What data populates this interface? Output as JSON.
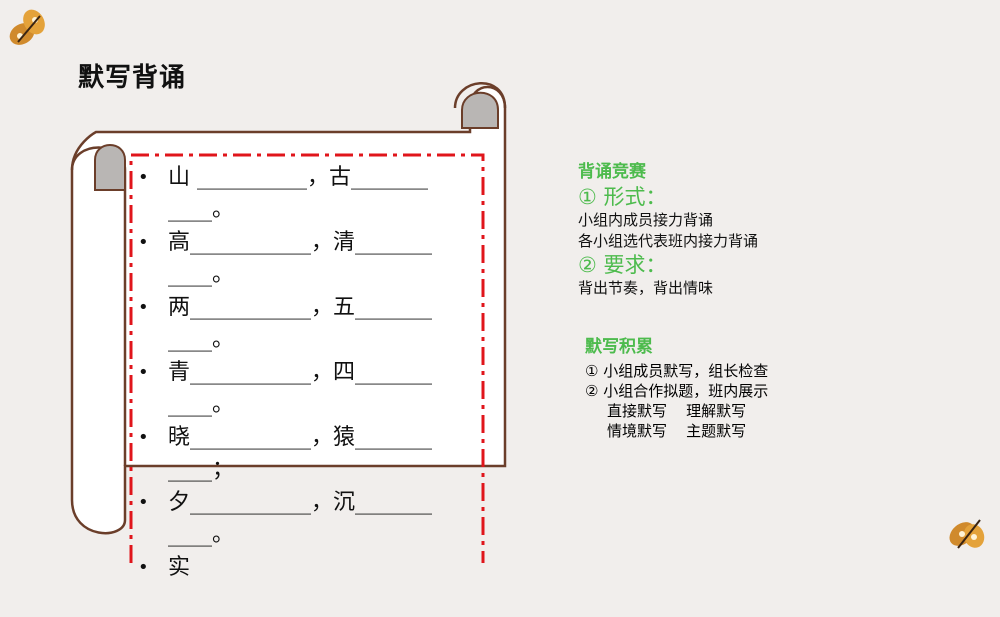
{
  "title": "默写背诵",
  "blanks": [
    {
      "l1": "山 __________，古_______",
      "l2": "____。"
    },
    {
      "l1": "高___________，清_______",
      "l2": "____。"
    },
    {
      "l1": "两___________，五_______",
      "l2": "____。"
    },
    {
      "l1": "青___________，四_______",
      "l2": "____。"
    },
    {
      "l1": "晓___________，猿_______",
      "l2": "____；"
    },
    {
      "l1": "夕___________，沉_______",
      "l2": "____。"
    },
    {
      "l1": "实",
      "l2": ""
    }
  ],
  "bullet": "•",
  "contest": {
    "heading": "背诵竞赛",
    "form_label": "① 形式：",
    "form_items": [
      "小组内成员接力背诵",
      "各小组选代表班内接力背诵"
    ],
    "req_label": "② 要求：",
    "req_items": [
      "背出节奏，背出情味"
    ]
  },
  "dictation": {
    "heading": "默写积累",
    "items": [
      "① 小组成员默写，组长检查",
      "② 小组合作拟题，班内展示",
      "直接默写    理解默写",
      "情境默写    主题默写"
    ]
  },
  "colors": {
    "background": "#f1eeec",
    "accent_green": "#4dbb4d",
    "dash_red": "#e0151b",
    "scroll_outline": "#6b3e2a"
  },
  "icons": [
    "butterfly-icon",
    "butterfly-icon"
  ]
}
